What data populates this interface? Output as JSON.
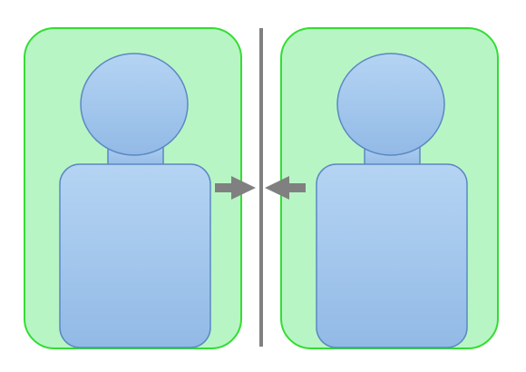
{
  "colors": {
    "background": "#ffffff",
    "panel_fill": "#b8f5c4",
    "panel_stroke": "#33dd33",
    "person_fill_top": "#b5d4f3",
    "person_fill_bottom": "#92bae6",
    "person_stroke": "#5b88c4",
    "divider": "#808080",
    "arrow": "#808080"
  },
  "diagram": {
    "panels": 2,
    "figures": 2,
    "arrows": 2,
    "divider": true
  }
}
